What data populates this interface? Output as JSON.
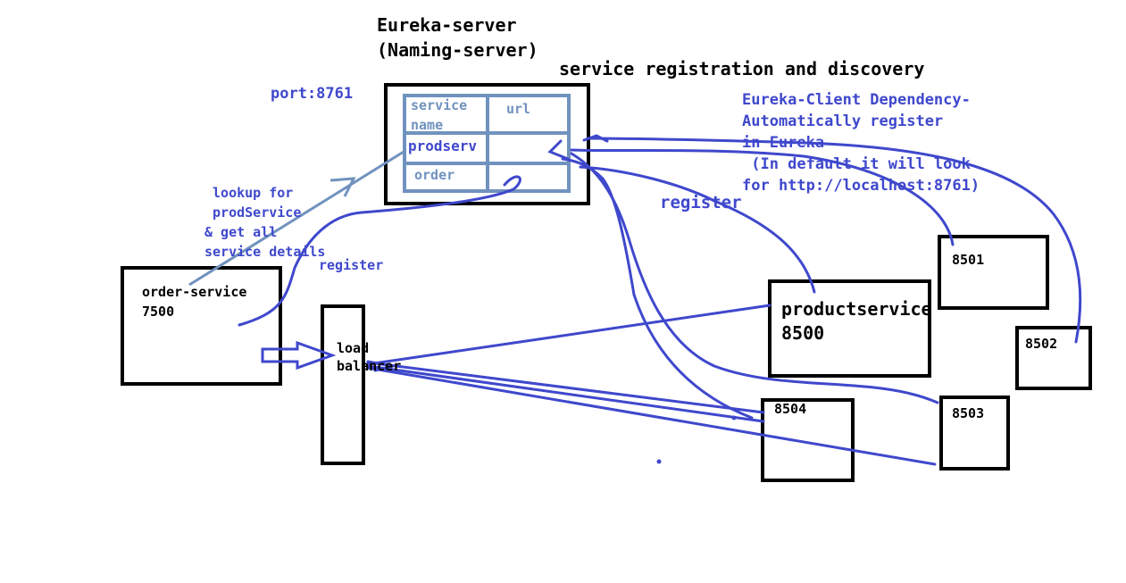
{
  "colors": {
    "black": "#000000",
    "blue": "#3f48cc",
    "steel": "#7092be",
    "background": "#ffffff"
  },
  "eureka_server": {
    "title": "Eureka-server",
    "subtitle": "(Naming-server)",
    "port": "port:8761",
    "table": {
      "header_service": "service\nname",
      "header_url": "url",
      "row1": "prodserv",
      "row2": "order"
    }
  },
  "heading": "service registration and discovery",
  "eureka_client_note": "Eureka-Client Dependency-\nAutomatically register\nin Eureka\n (In default it will look\nfor http://localhost:8761)",
  "register_right": "register",
  "lookup_note": " lookup for\n prodService\n& get all\nservice details",
  "register_left": "register",
  "order_service": {
    "name": "order-service",
    "port": "7500"
  },
  "load_balancer": "load\nbalancer",
  "product_service": {
    "name": "productservice",
    "port": "8500"
  },
  "instances": [
    "8501",
    "8502",
    "8503",
    "8504"
  ]
}
